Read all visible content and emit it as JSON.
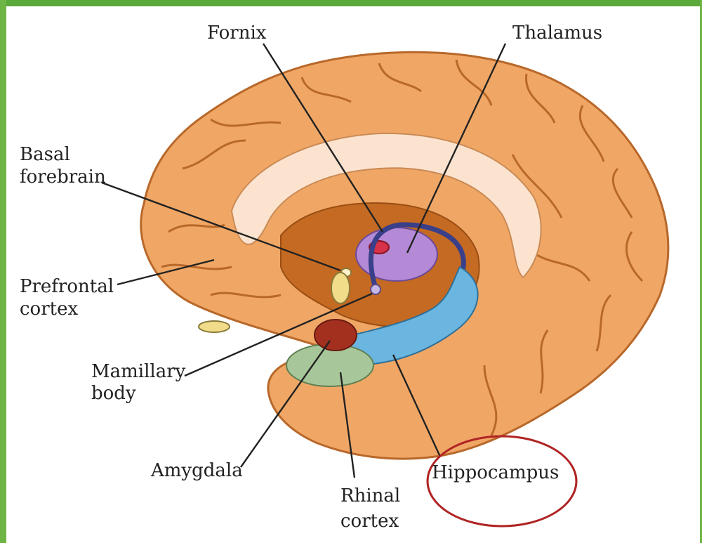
{
  "labels": {
    "fornix": "Fornix",
    "thalamus": "Thalamus",
    "basal_forebrain_1": "Basal",
    "basal_forebrain_2": "forebrain",
    "prefrontal_1": "Prefrontal",
    "prefrontal_2": "cortex",
    "mamillary_1": "Mamillary",
    "mamillary_2": "body",
    "amygdala": "Amygdala",
    "rhinal_1": "Rhinal",
    "rhinal_2": "cortex",
    "hippocampus": "Hippocampus"
  },
  "colors": {
    "frame_green": "#6fb545",
    "cortex_orange": "#f0a766",
    "cortex_dark": "#c97a3a",
    "corpus_callosum": "#fbe3cf",
    "inner_brown": "#c46a22",
    "thalamus_purple": "#b48ad6",
    "hippocampus_blue": "#6ab6e0",
    "amygdala_red": "#a3301f",
    "rhinal_green": "#a7c79a",
    "highlight_circle": "#b02424"
  },
  "highlight": {
    "target": "Hippocampus",
    "shape": "ellipse"
  }
}
